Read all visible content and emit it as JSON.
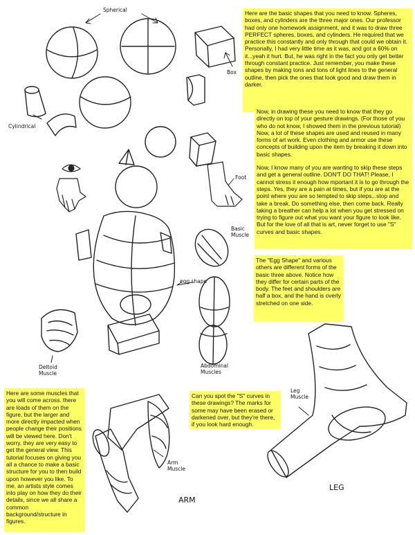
{
  "notes": {
    "basic_shapes": "Here are the basic shapes that you need to know. Spheres, boxes, and cylinders are the three major ones. Our professor had only one homework assignment, and it was to draw three PERFECT spheres, boxes, and cylinders. He required that we practice this constantly and only through that could we obtain it. Personally, I had very little time as it was, and got a 60% on it...yeah it hurt. But, he was right in the fact you only get better through constant practice. Just remember, you make these shapes by making tons and tons of light lines to the general outline, then pick the ones that look good and draw them in darker.",
    "gesture_para1": "Now, in drawing these you need to know that they go directly on top of your gesture drawings. (For those of you who do not know, I showed them in the previous tutorial) Now, a lot of these shapes are used and reused in many forms of art work. Even clothing and armor use these concepts of building upon the item by breaking it down into basic shapes.",
    "gesture_para2": "Now, I know many of you are wanting to skip these steps and get a general outline. DON'T DO THAT! Please, I cannot stress it enough how mportant it is to go through the steps. Yes, they are a pain at times, but if you are at the point where you are so tempted to skip steps...stop and take a break. Do something else, then come back. Really taking a breather can help a lot when you get stressed on trying to figure out what you want your figure to look like. But for the love of all that is art, never forget to use \"S\" curves and basic shapes.",
    "egg_shape": "The \"Egg Shape\" and various others are different forms of the basic three above. Notice how they differ for certain parts of the body. The feet and shoulders are half a box, and the hand is overly stretched on one side.",
    "muscles": "Here are some muscles that you will come across. there are loads of them on the figure, but the larger and more directly impacted when people change their positions will be viewed here. Don't worry, they are very easy to get the general view. This tutorial focuses on giving you all a chance to make a basic structure for you to then build upon however you like. To me, an artists style comes into play on how they do their details, since we all share a common background/structure in figures.",
    "s_curves": "Can you spot the \"S\" curves in these drawings? The marks for some may have been erased or darkened over, but they're there, if you look hard enough."
  },
  "labels": {
    "spherical": "Spherical",
    "box": "Box",
    "cylindrical": "Cylindrical",
    "foot": "Foot",
    "basic_muscle": "Basic Muscle",
    "egg_shape": "egg shape",
    "deltoid": "Deltoid Muscle",
    "abdominal": "Abdominal Muscles",
    "leg_muscle": "Leg Muscle",
    "arm_muscle": "Arm Muscle",
    "arm": "ARM",
    "leg": "LEG"
  }
}
